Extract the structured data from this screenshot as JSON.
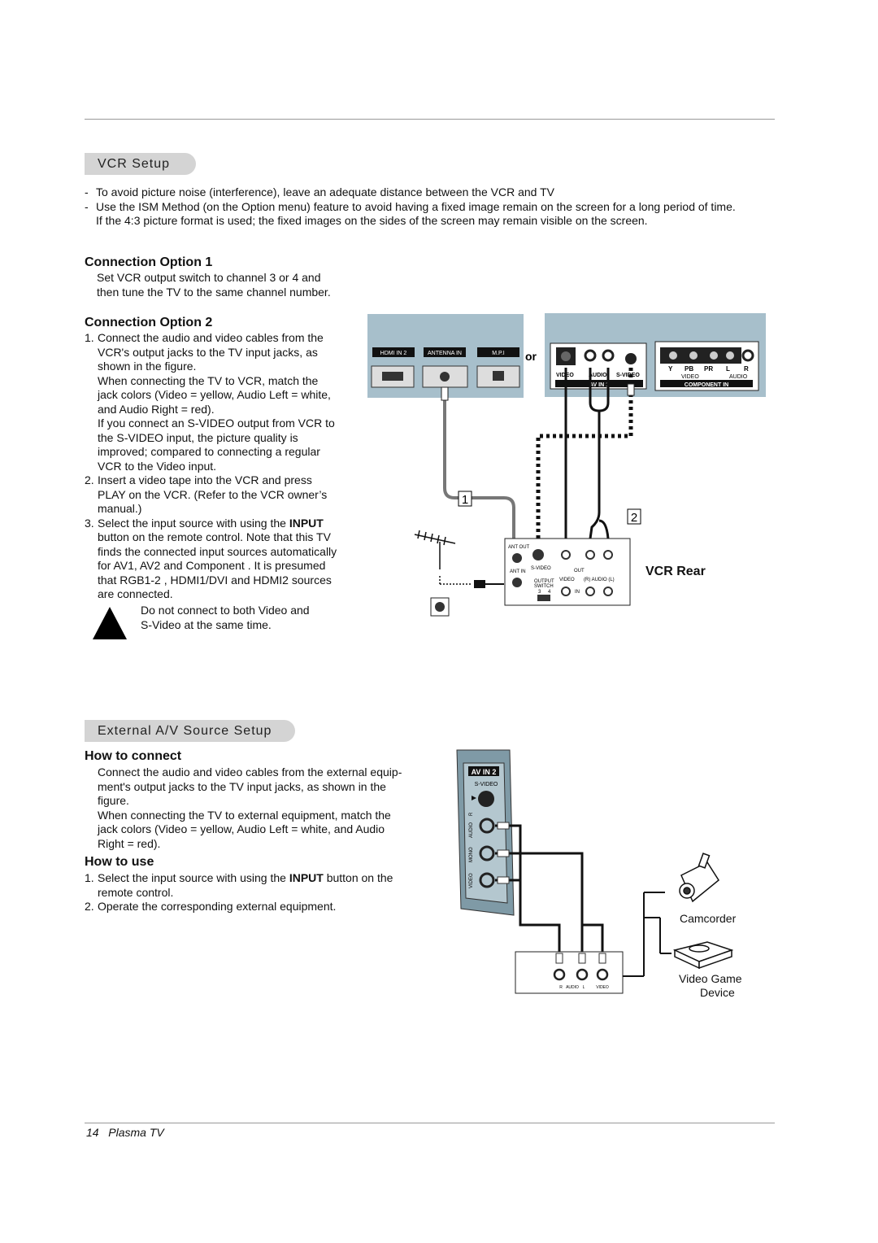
{
  "vcr_setup": {
    "section_title": "VCR Setup",
    "notes": [
      "To avoid picture noise (interference), leave an adequate distance between the VCR and TV",
      "Use the ISM Method (on the Option menu) feature to avoid having a fixed image remain on the screen for a long period of time.",
      "If the 4:3 picture format is used; the fixed images on the sides of the screen may remain visible on the screen."
    ],
    "option1": {
      "heading": "Connection Option 1",
      "lines": [
        "Set VCR output switch to channel 3 or 4 and",
        "then tune the TV to the same channel number."
      ]
    },
    "option2": {
      "heading": "Connection Option 2",
      "step1": [
        "Connect the audio and video cables from the",
        "VCR's output jacks to the TV input jacks, as",
        "shown in the figure.",
        "When connecting the TV to VCR, match the",
        "jack colors (Video = yellow, Audio Left = white,",
        "and Audio Right = red).",
        "If you connect an S-VIDEO output from VCR to",
        "the S-VIDEO input, the picture quality is",
        "improved; compared to connecting a regular",
        "VCR to the Video input."
      ],
      "step2": [
        "Insert a video tape into the VCR and press",
        "PLAY on the VCR. (Refer to the VCR owner’s",
        "manual.)"
      ],
      "step3": {
        "line1_pre": "Select the input source with using the ",
        "line1_bold": "INPUT",
        "rest": [
          "button on the remote control. Note that this TV",
          "finds the connected input sources automatically",
          "for AV1, AV2 and Component . It is presumed",
          "that RGB1-2 , HDMI1/DVI and HDMI2 sources",
          "are connected."
        ]
      },
      "warning": [
        "Do not connect to both Video and",
        "S-Video at the same time."
      ]
    },
    "diagram": {
      "panel1_labels": [
        "HDMI IN 2",
        "ANTENNA IN",
        "M.P.I"
      ],
      "or": "or",
      "av_labels": [
        "VIDEO",
        "AUDIO",
        "S-VIDEO",
        "AV IN 1"
      ],
      "component_labels": [
        "Y",
        "PB",
        "PR",
        "L",
        "R",
        "VIDEO",
        "AUDIO",
        "COMPONENT IN"
      ],
      "callout1": "1",
      "callout2": "2",
      "vcr_labels": [
        "ANT OUT",
        "ANT IN",
        "S-VIDEO",
        "OUT",
        "VIDEO",
        "(R) AUDIO (L)",
        "OUTPUT",
        "SWITCH",
        "3",
        "4",
        "IN"
      ],
      "vcr_rear": "VCR Rear"
    }
  },
  "external": {
    "section_title": "External A/V Source Setup",
    "how_to_connect": {
      "heading": "How to connect",
      "lines": [
        "Connect the audio and video cables from the external equip-",
        "ment's output jacks to the TV input jacks, as shown in the",
        "figure.",
        "When connecting the TV to external equipment, match the",
        "jack colors (Video = yellow, Audio Left = white, and Audio",
        "Right = red)."
      ]
    },
    "how_to_use": {
      "heading": "How to use",
      "step1_pre": "Select the input source with using the ",
      "step1_bold": "INPUT",
      "step1_post": " button on the",
      "step1_cont": "remote control.",
      "step2": "Operate the corresponding external equipment."
    },
    "diagram": {
      "av_in2": "AV IN 2",
      "s_video": "S-VIDEO",
      "side_labels": [
        "AUDIO",
        "R",
        "MONO",
        "VIDEO"
      ],
      "device_labels": [
        "R",
        "AUDIO",
        "L",
        "VIDEO"
      ],
      "camcorder": "Camcorder",
      "video_game_1": "Video Game",
      "video_game_2": "Device"
    }
  },
  "footer": {
    "page": "14",
    "title": "Plasma TV"
  }
}
